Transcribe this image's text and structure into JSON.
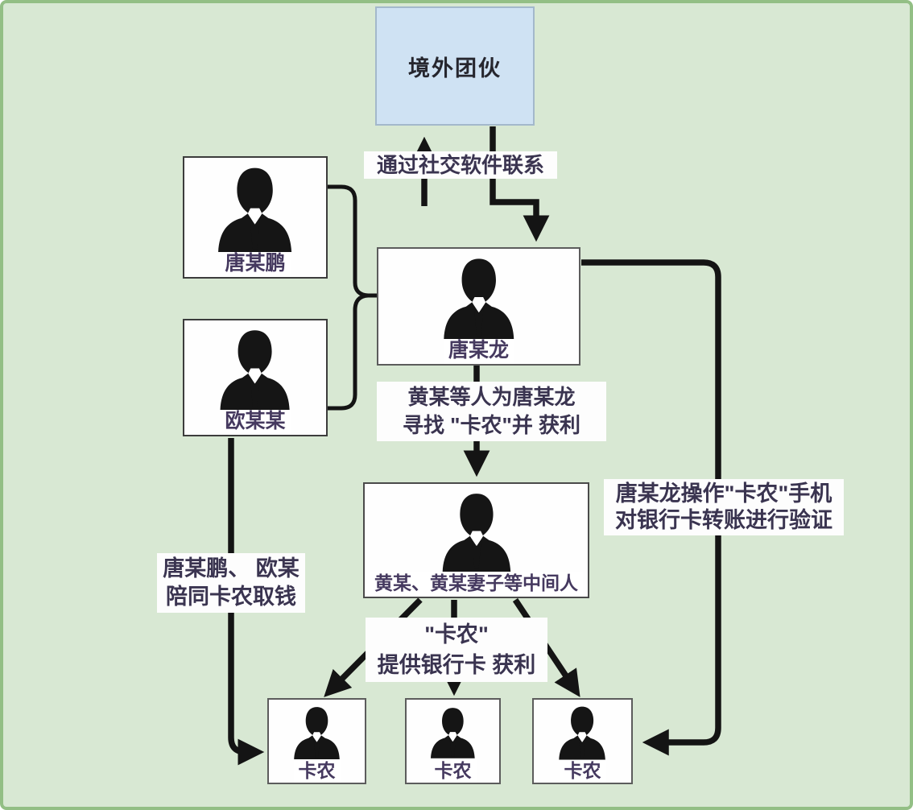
{
  "colors": {
    "background": "#d8e8d3",
    "frame_border": "#93bf85",
    "connector_line": "#141414",
    "overseas_fill": "#cfe2f3",
    "overseas_border": "#a3b8cb",
    "photo_box_fill": "#fefefe",
    "photo_box_border": "#3c3c3c",
    "name_text": "#45395f",
    "annotation_text": "#3a3450",
    "person_silhouette": "#151515"
  },
  "nodes": {
    "overseas": {
      "label": "境外团伙"
    },
    "tang_peng": {
      "label": "唐某鹏"
    },
    "ou_mou": {
      "label": "欧某某"
    },
    "tang_long": {
      "label": "唐某龙"
    },
    "middlemen": {
      "label": "黄某、黄某妻子等中间人"
    },
    "kanong1": {
      "label": "卡农"
    },
    "kanong2": {
      "label": "卡农"
    },
    "kanong3": {
      "label": "卡农"
    }
  },
  "annotations": {
    "social_contact": "通过社交软件联系",
    "find_line1": "黄某等人为唐某龙",
    "find_line2": "寻找 \"卡农\"并 获利",
    "operate_line1": "唐某龙操作\"卡农\"手机",
    "operate_line2": "对银行卡转账进行验证",
    "accompany_line1": "唐某鹏、 欧某",
    "accompany_line2": "陪同卡农取钱",
    "provide_line1": "\"卡农\"",
    "provide_line2": "提供银行卡 获利"
  }
}
